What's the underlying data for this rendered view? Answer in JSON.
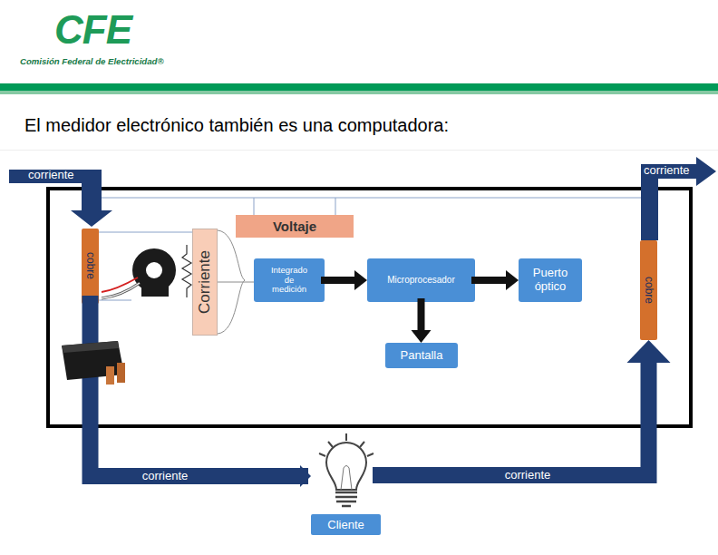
{
  "diagram": {
    "title": "El medidor electrónico también es una computadora:",
    "nodes": [
      {
        "text": [
          "cobre"
        ]
      },
      {
        "text": [
          "Corriente"
        ]
      },
      {
        "text": [
          "Voltaje"
        ]
      },
      {
        "text": [
          "Integrado de medición"
        ]
      },
      {
        "text": [
          "Microprocesador"
        ]
      },
      {
        "text": [
          "Puerto óptico"
        ]
      },
      {
        "text": [
          "Pantalla"
        ]
      },
      {
        "text": [
          "cobre"
        ]
      },
      {
        "text": [
          "Cliente"
        ]
      }
    ],
    "edges": [
      {
        "from": 3,
        "to": 4,
        "arrow": "to"
      },
      {
        "from": 4,
        "to": 5,
        "arrow": "to"
      },
      {
        "from": 4,
        "to": 6,
        "arrow": "to"
      },
      {
        "from": 1,
        "to": 3,
        "arrow": "none"
      },
      {
        "from": 0,
        "to": 8,
        "label": "corriente",
        "arrow": "to"
      },
      {
        "from": 8,
        "to": 7,
        "label": "corriente",
        "arrow": "to"
      }
    ],
    "labels": [
      "CFE",
      "Comisión Federal de Electricidad®",
      "corriente",
      "corriente"
    ]
  }
}
